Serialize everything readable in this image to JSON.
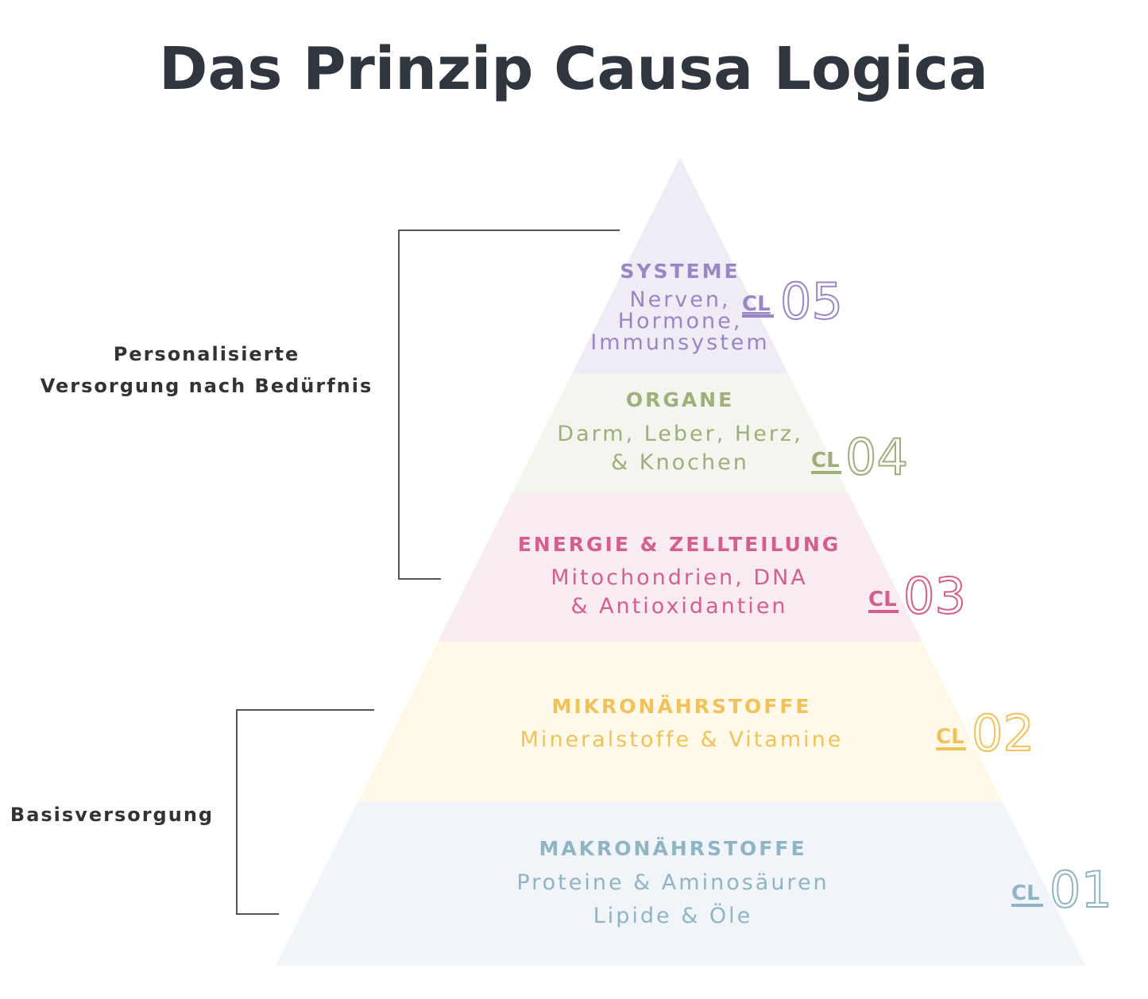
{
  "title": "Das Prinzip Causa Logica",
  "brackets": {
    "personal": [
      "Personalisierte",
      "Versorgung nach Bedürfnis"
    ],
    "basis": "Basisversorgung"
  },
  "levels": [
    {
      "code_prefix": "CL",
      "code_num": "05",
      "heading": "SYSTEME",
      "lines": [
        "Nerven,",
        "Hormone,",
        "Immunsystem"
      ],
      "text_color": "#9a86c4",
      "bg_color": "#efecf6"
    },
    {
      "code_prefix": "CL",
      "code_num": "04",
      "heading": "ORGANE",
      "lines": [
        "Darm, Leber, Herz,",
        "& Knochen"
      ],
      "text_color": "#9fae7a",
      "bg_color": "#f3f5ee"
    },
    {
      "code_prefix": "CL",
      "code_num": "03",
      "heading": "ENERGIE & ZELLTEILUNG",
      "lines": [
        "Mitochondrien, DNA",
        "& Antioxidantien"
      ],
      "text_color": "#d45f8a",
      "bg_color": "#f8ecf2"
    },
    {
      "code_prefix": "CL",
      "code_num": "02",
      "heading": "MIKRONÄHRSTOFFE",
      "lines": [
        "Mineralstoffe & Vitamine"
      ],
      "text_color": "#f2c25a",
      "bg_color": "#fff9ea"
    },
    {
      "code_prefix": "CL",
      "code_num": "01",
      "heading": "MAKRONÄHRSTOFFE",
      "lines": [
        "Proteine & Aminosäuren",
        "Lipide & Öle"
      ],
      "text_color": "#8fb4c4",
      "bg_color": "#f1f4f9"
    }
  ]
}
